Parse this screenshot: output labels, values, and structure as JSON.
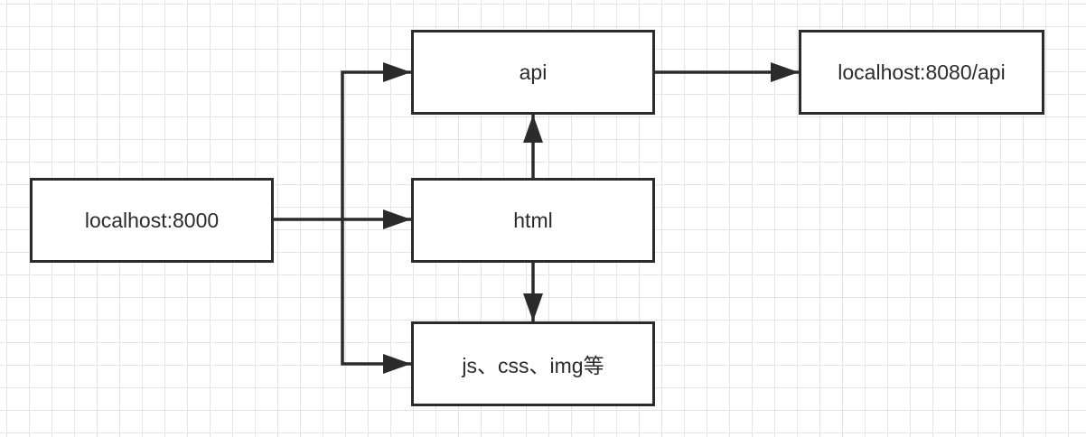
{
  "diagram": {
    "colors": {
      "stroke": "#2b2b2b",
      "grid": "#e4e4e4",
      "background": "#ffffff"
    },
    "nodes": {
      "localhost_8000": "localhost:8000",
      "api": "api",
      "html": "html",
      "static": "js、css、img等",
      "localhost_8080": "localhost:8080/api"
    },
    "edges": [
      {
        "from": "localhost:8000",
        "to": "html"
      },
      {
        "from": "localhost:8000",
        "to": "api"
      },
      {
        "from": "localhost:8000",
        "to": "js、css、img等"
      },
      {
        "from": "html",
        "to": "api"
      },
      {
        "from": "html",
        "to": "js、css、img等"
      },
      {
        "from": "api",
        "to": "localhost:8080/api"
      }
    ]
  }
}
